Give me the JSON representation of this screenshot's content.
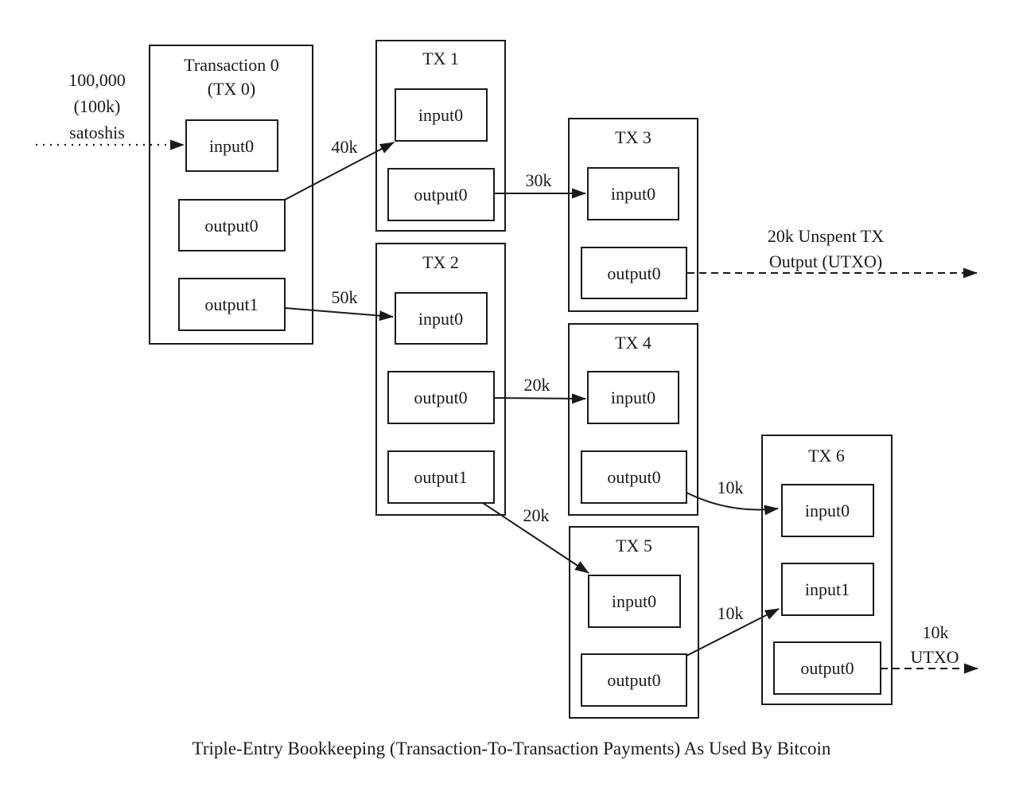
{
  "caption": "Triple-Entry Bookkeeping (Transaction-To-Transaction Payments) As Used By Bitcoin",
  "start_label": {
    "line1": "100,000",
    "line2": "(100k)",
    "line3": "satoshis"
  },
  "transactions": {
    "tx0": {
      "title1": "Transaction 0",
      "title2": "(TX 0)",
      "input0": "input0",
      "output0": "output0",
      "output1": "output1"
    },
    "tx1": {
      "title": "TX 1",
      "input0": "input0",
      "output0": "output0"
    },
    "tx2": {
      "title": "TX 2",
      "input0": "input0",
      "output0": "output0",
      "output1": "output1"
    },
    "tx3": {
      "title": "TX 3",
      "input0": "input0",
      "output0": "output0"
    },
    "tx4": {
      "title": "TX 4",
      "input0": "input0",
      "output0": "output0"
    },
    "tx5": {
      "title": "TX 5",
      "input0": "input0",
      "output0": "output0"
    },
    "tx6": {
      "title": "TX 6",
      "input0": "input0",
      "input1": "input1",
      "output0": "output0"
    }
  },
  "flows": {
    "tx0_to_tx1": "40k",
    "tx0_to_tx2": "50k",
    "tx1_to_tx3": "30k",
    "tx2_to_tx4": "20k",
    "tx2_to_tx5": "20k",
    "tx4_to_tx6": "10k",
    "tx5_to_tx6": "10k"
  },
  "utxo_20k": {
    "line1": "20k Unspent TX",
    "line2": "Output (UTXO)"
  },
  "utxo_10k": {
    "line1": "10k",
    "line2": "UTXO"
  },
  "colors": {
    "ink": "#1a1a1a",
    "background": "#ffffff"
  }
}
